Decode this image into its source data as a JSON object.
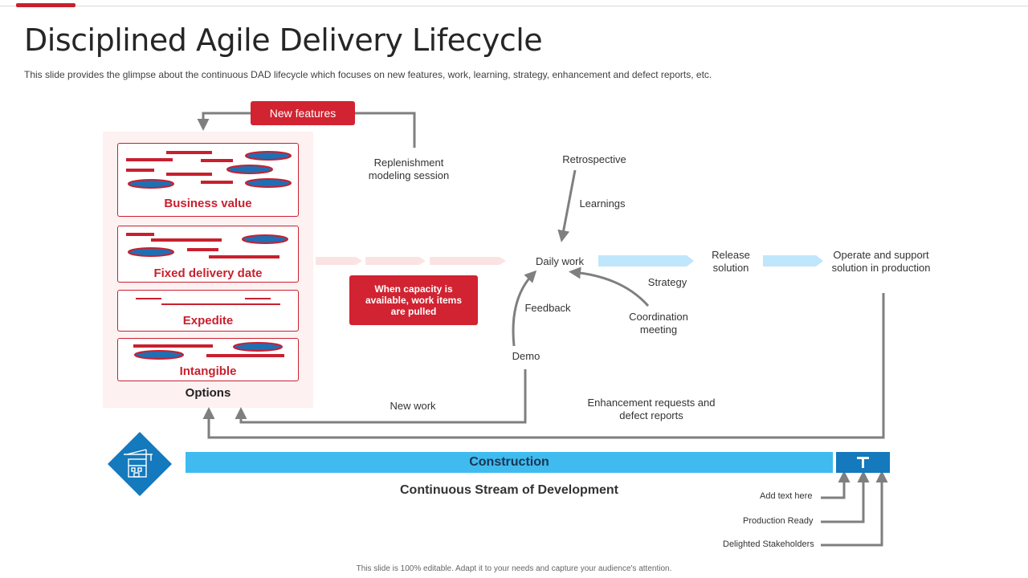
{
  "header": {
    "title": "Disciplined Agile Delivery Lifecycle",
    "subtitle": "This slide provides the glimpse about the continuous DAD lifecycle which focuses on new features, work, learning, strategy, enhancement and defect reports, etc."
  },
  "options": {
    "title": "Options",
    "cards": [
      {
        "label": "Business value"
      },
      {
        "label": "Fixed delivery date"
      },
      {
        "label": "Expedite"
      },
      {
        "label": "Intangible"
      }
    ]
  },
  "flow": {
    "new_features": "New features",
    "replenishment_line1": "Replenishment",
    "replenishment_line2": "modeling session",
    "capacity_note": "When capacity is available, work items are pulled",
    "retrospective": "Retrospective",
    "learnings": "Learnings",
    "daily_work": "Daily work",
    "strategy": "Strategy",
    "feedback": "Feedback",
    "coordination_line1": "Coordination",
    "coordination_line2": "meeting",
    "demo": "Demo",
    "new_work": "New work",
    "release_line1": "Release",
    "release_line2": "solution",
    "operate_line1": "Operate and support",
    "operate_line2": "solution in production",
    "enhancement_line1": "Enhancement requests and",
    "enhancement_line2": "defect reports"
  },
  "construction": {
    "label": "Construction",
    "stream": "Continuous Stream of Development",
    "t_glyph": "T",
    "icon": "crane-building-icon"
  },
  "callouts": {
    "add_text": "Add text here",
    "production_ready": "Production Ready",
    "delighted": "Delighted Stakeholders"
  },
  "footer": {
    "note": "This slide is 100% editable. Adapt it to your needs and capture your audience's attention."
  },
  "colors": {
    "red": "#c8202f",
    "light_blue": "#3fbbef",
    "dark_blue": "#1479bd",
    "arrow_gray": "#7f7f7f"
  }
}
